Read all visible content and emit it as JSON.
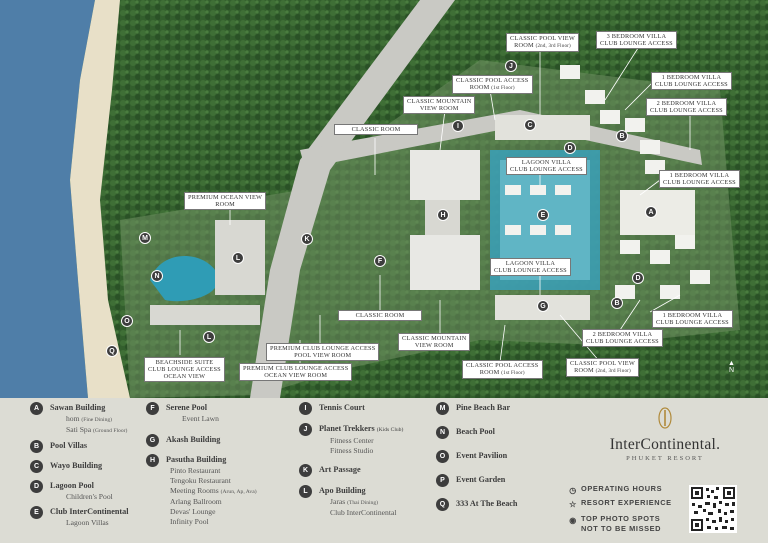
{
  "map": {
    "callouts": [
      {
        "id": "classic-pool-view-top",
        "lines": [
          "Classic Pool View",
          "Room"
        ],
        "note": "(2nd, 3rd Floor)"
      },
      {
        "id": "villa-3br",
        "lines": [
          "3 Bedroom Villa",
          "Club Lounge Access"
        ]
      },
      {
        "id": "villa-1br-top",
        "lines": [
          "1 Bedroom Villa",
          "Club Lounge Access"
        ]
      },
      {
        "id": "villa-2br-top",
        "lines": [
          "2 Bedroom Villa",
          "Club Lounge Access"
        ]
      },
      {
        "id": "classic-pool-access-top",
        "lines": [
          "Classic Pool Access",
          "Room"
        ],
        "note": "(1st Floor)"
      },
      {
        "id": "classic-mountain-top",
        "lines": [
          "Classic Mountain",
          "View Room"
        ]
      },
      {
        "id": "classic-room-top",
        "lines": [
          "Classic Room"
        ]
      },
      {
        "id": "lagoon-villa-top",
        "lines": [
          "Lagoon Villa",
          "Club Lounge Access"
        ]
      },
      {
        "id": "villa-1br-mid",
        "lines": [
          "1 Bedroom Villa",
          "Club Lounge Access"
        ]
      },
      {
        "id": "premium-ocean",
        "lines": [
          "Premium Ocean View",
          "Room"
        ]
      },
      {
        "id": "lagoon-villa-bottom",
        "lines": [
          "Lagoon Villa",
          "Club Lounge Access"
        ]
      },
      {
        "id": "villa-1br-bottom",
        "lines": [
          "1 Bedroom Villa",
          "Club Lounge Access"
        ]
      },
      {
        "id": "classic-room-bottom",
        "lines": [
          "Classic Room"
        ]
      },
      {
        "id": "villa-2br-bottom",
        "lines": [
          "2 Bedroom Villa",
          "Club Lounge Access"
        ]
      },
      {
        "id": "classic-mountain-bottom",
        "lines": [
          "Classic Mountain",
          "View Room"
        ]
      },
      {
        "id": "premium-club-pool",
        "lines": [
          "Premium Club Lounge Access",
          "Pool View Room"
        ]
      },
      {
        "id": "beachside-suite",
        "lines": [
          "Beachside Suite",
          "Club Lounge Access",
          "Ocean View"
        ]
      },
      {
        "id": "premium-club-ocean",
        "lines": [
          "Premium Club Lounge Access",
          "Ocean View Room"
        ]
      },
      {
        "id": "classic-pool-access-bottom",
        "lines": [
          "Classic Pool Access",
          "Room"
        ],
        "note": "(1st Floor)"
      },
      {
        "id": "classic-pool-view-bottom",
        "lines": [
          "Classic Pool View",
          "Room"
        ],
        "note": "(2nd, 3rd Floor)"
      }
    ],
    "markers": [
      "J",
      "I",
      "D",
      "B",
      "K",
      "C",
      "M",
      "H",
      "E",
      "A",
      "N",
      "F",
      "L",
      "D",
      "O",
      "G",
      "Q",
      "B"
    ],
    "compass": "N",
    "colors": {
      "ocean": "#4f7ea8",
      "sand": "#e8e0c8",
      "forest": "#2f5a2a",
      "pool": "#2f9cb5",
      "road": "#c8c8c8"
    }
  },
  "legend": {
    "col1": [
      {
        "letter": "A",
        "name": "Sawan Building",
        "subs": [
          {
            "text": "hom",
            "note": "(Fine Dining)"
          },
          {
            "text": "Sati Spa",
            "note": "(Ground Floor)"
          }
        ]
      },
      {
        "letter": "B",
        "name": "Pool Villas",
        "subs": []
      },
      {
        "letter": "C",
        "name": "Wayo Building",
        "subs": []
      },
      {
        "letter": "D",
        "name": "Lagoon Pool",
        "subs": [
          {
            "text": "Children's Pool",
            "note": ""
          }
        ]
      },
      {
        "letter": "E",
        "name": "Club InterContinental",
        "subs": [
          {
            "text": "Lagoon Villas",
            "note": ""
          }
        ]
      }
    ],
    "col2": [
      {
        "letter": "F",
        "name": "Serene Pool",
        "subs": [
          {
            "text": "Event Lawn",
            "note": ""
          }
        ]
      },
      {
        "letter": "G",
        "name": "Akash Building",
        "subs": []
      },
      {
        "letter": "H",
        "name": "Pasutha Building",
        "subs": [
          {
            "text": "Pinto Restaurant",
            "note": ""
          },
          {
            "text": "Tengoku Restaurant",
            "note": ""
          },
          {
            "text": "Meeting Rooms",
            "note": "(Arun, Ap, Ava)"
          },
          {
            "text": "Arlang Ballroom",
            "note": ""
          },
          {
            "text": "Devas' Lounge",
            "note": ""
          },
          {
            "text": "Infinity Pool",
            "note": ""
          }
        ]
      }
    ],
    "col3": [
      {
        "letter": "I",
        "name": "Tennis Court",
        "subs": []
      },
      {
        "letter": "J",
        "name": "Planet Trekkers",
        "name_note": "(Kids Club)",
        "subs": [
          {
            "text": "Fitness Center",
            "note": ""
          },
          {
            "text": "Fitness Studio",
            "note": ""
          }
        ]
      },
      {
        "letter": "K",
        "name": "Art Passage",
        "subs": []
      },
      {
        "letter": "L",
        "name": "Apo Building",
        "subs": [
          {
            "text": "Jaras",
            "note": "(Thai Dining)"
          },
          {
            "text": "Club InterContinental",
            "note": ""
          }
        ]
      }
    ],
    "col4": [
      {
        "letter": "M",
        "name": "Pine Beach Bar",
        "subs": []
      },
      {
        "letter": "N",
        "name": "Beach Pool",
        "subs": []
      },
      {
        "letter": "O",
        "name": "Event Pavilion",
        "subs": []
      },
      {
        "letter": "P",
        "name": "Event Garden",
        "subs": []
      },
      {
        "letter": "Q",
        "name": "333 At The Beach",
        "subs": []
      }
    ]
  },
  "brand": {
    "name": "InterContinental.",
    "subtitle": "PHUKET RESORT"
  },
  "info": [
    {
      "icon": "clock-icon",
      "glyph": "◷",
      "lines": [
        "OPERATING HOURS"
      ]
    },
    {
      "icon": "star-icon",
      "glyph": "☆",
      "lines": [
        "RESORT EXPERIENCE"
      ]
    },
    {
      "icon": "camera-icon",
      "glyph": "◉",
      "lines": [
        "TOP PHOTO SPOTS",
        "NOT TO BE MISSED"
      ]
    }
  ]
}
